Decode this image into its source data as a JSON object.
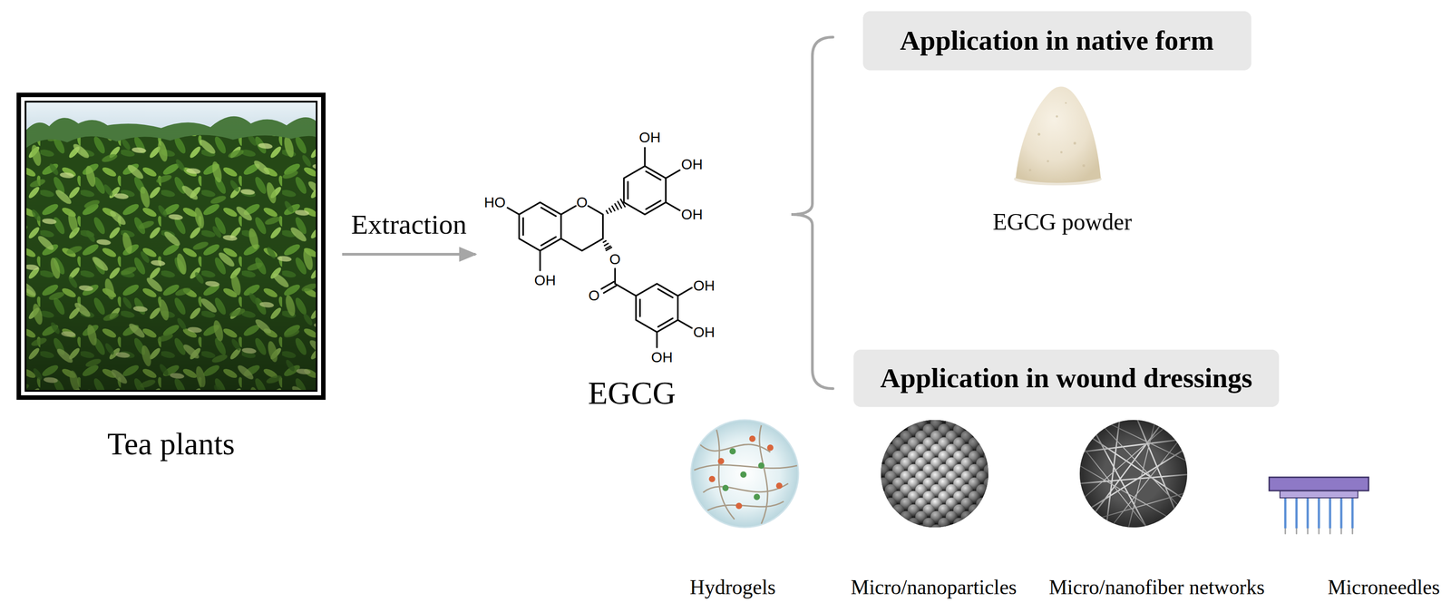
{
  "diagram": {
    "nodes": [
      {
        "text": [
          "Tea plants"
        ]
      },
      {
        "text": [
          "EGCG"
        ]
      },
      {
        "text": [
          "Application in native form"
        ]
      },
      {
        "text": [
          "EGCG powder"
        ]
      },
      {
        "text": [
          "Application in wound dressings"
        ]
      },
      {
        "text": [
          "Hydrogels"
        ]
      },
      {
        "text": [
          "Micro/nanoparticles"
        ]
      },
      {
        "text": [
          "Micro/nanofiber networks"
        ]
      },
      {
        "text": [
          "Microneedles"
        ]
      }
    ],
    "edges": [
      {
        "from": 0,
        "to": 1,
        "arrow": "to",
        "label": "Extraction"
      }
    ],
    "labels": [
      "OH",
      "OH",
      "OH",
      "HO",
      "O",
      "OH",
      "O",
      "O",
      "OH",
      "OH",
      "OH"
    ]
  }
}
